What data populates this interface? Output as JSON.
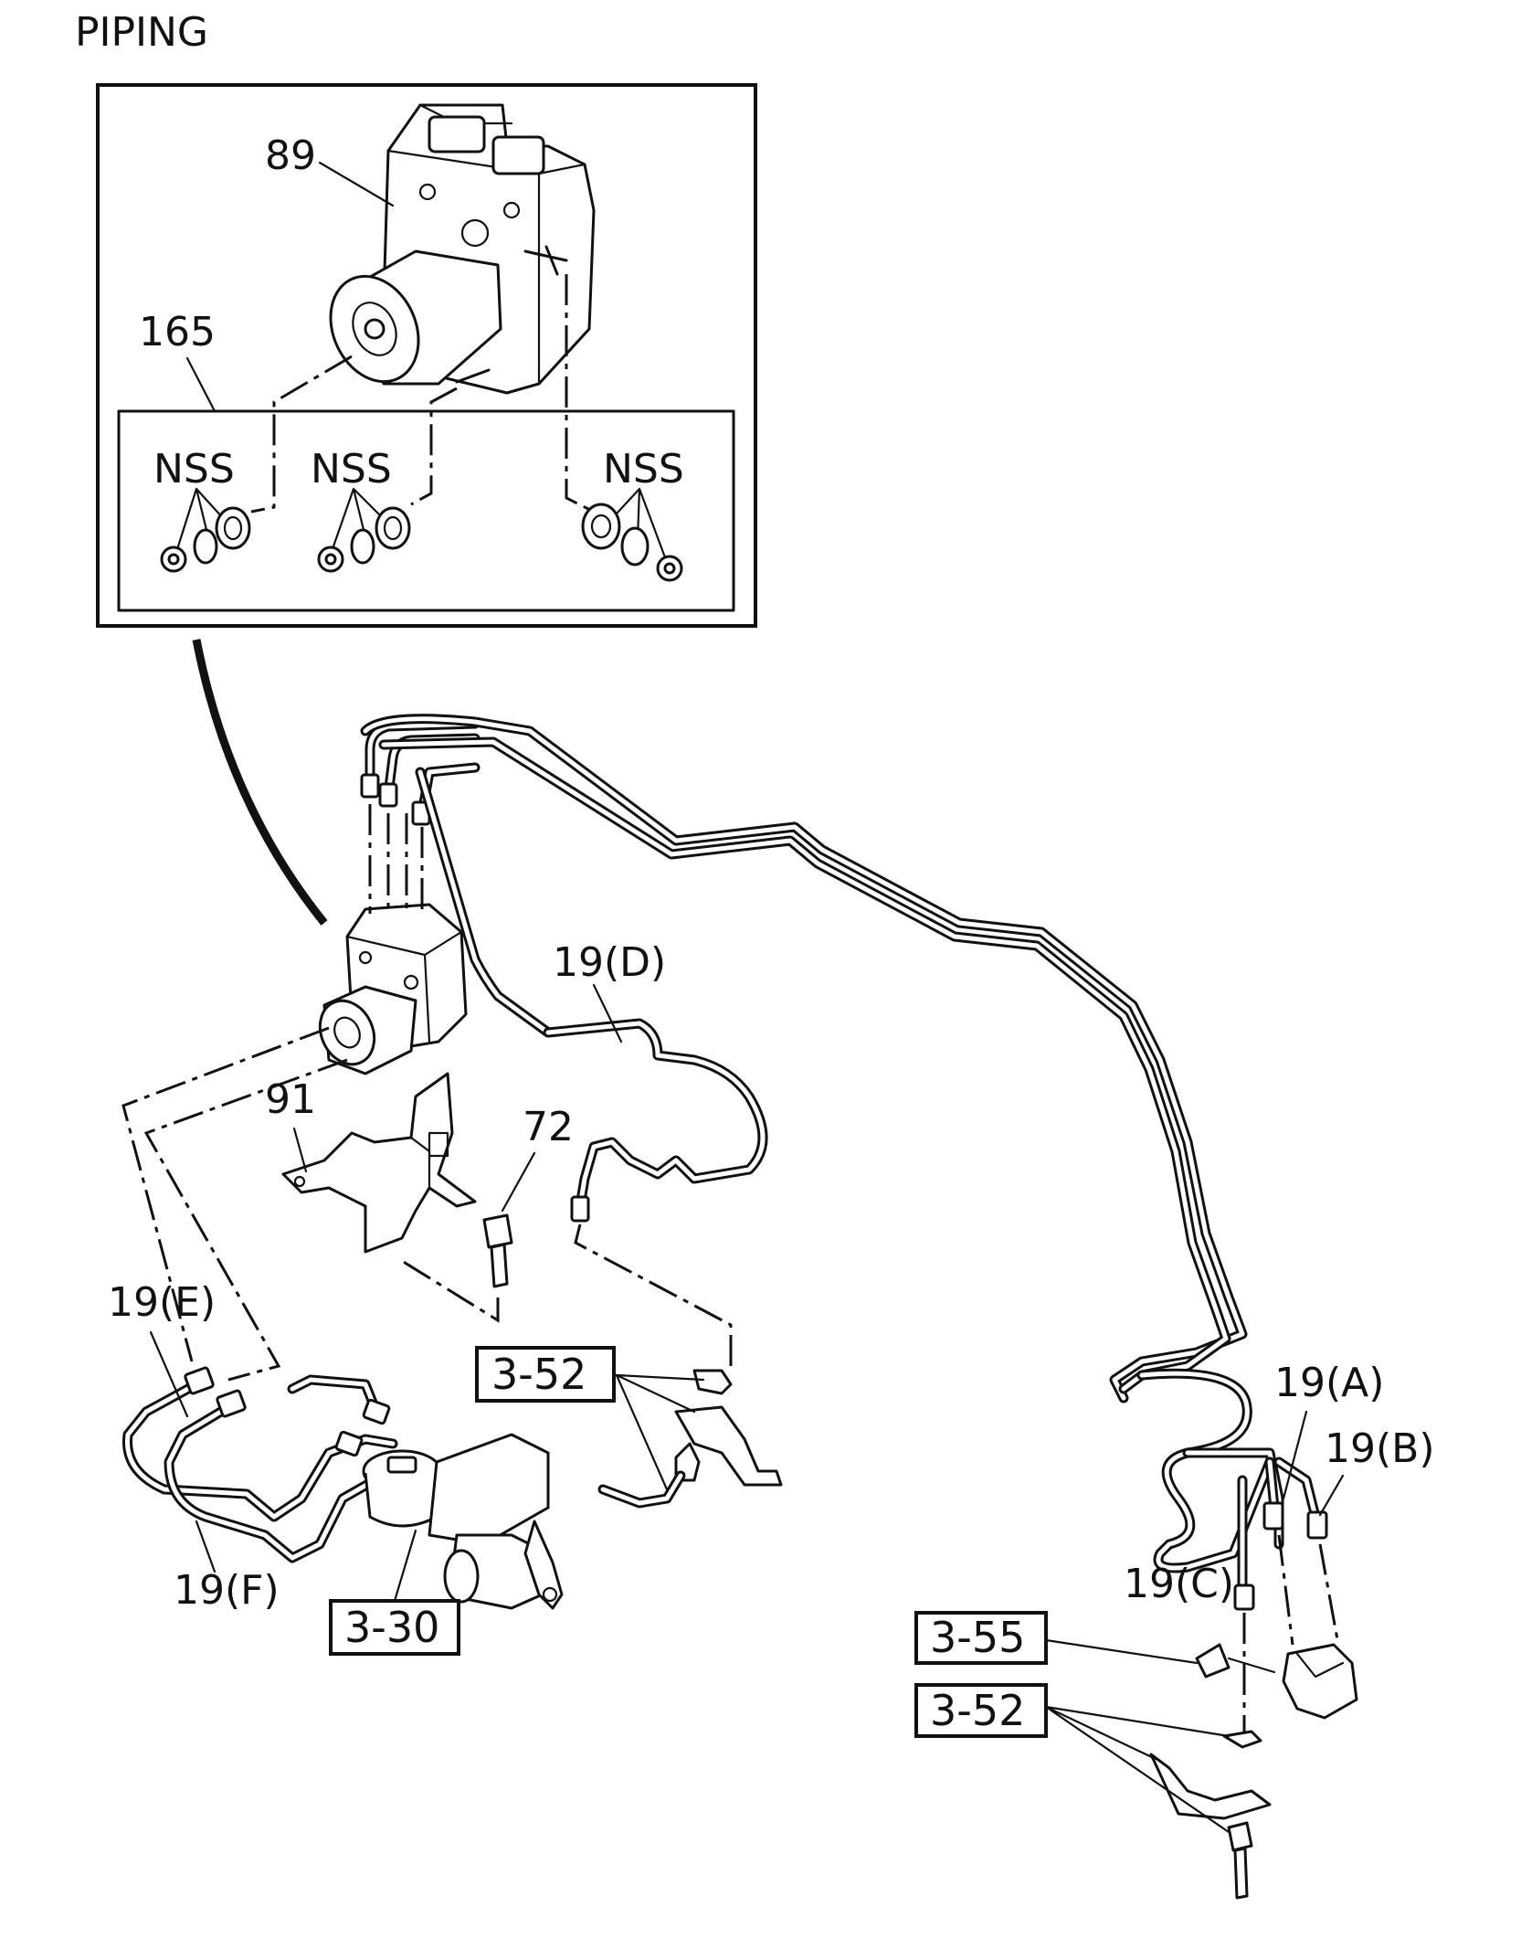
{
  "title": "PIPING",
  "callouts": {
    "abs_unit": "89",
    "nut_kit": "165",
    "nss_1": "NSS",
    "nss_2": "NSS",
    "nss_3": "NSS",
    "pipe_d": "19(D)",
    "bracket": "91",
    "bolt": "72",
    "pipe_e": "19(E)",
    "pipe_f": "19(F)",
    "pipe_a": "19(A)",
    "pipe_b": "19(B)",
    "pipe_c": "19(C)"
  },
  "references": {
    "ref_3_52_left": "3-52",
    "ref_3_30": "3-30",
    "ref_3_55": "3-55",
    "ref_3_52_right": "3-52"
  }
}
